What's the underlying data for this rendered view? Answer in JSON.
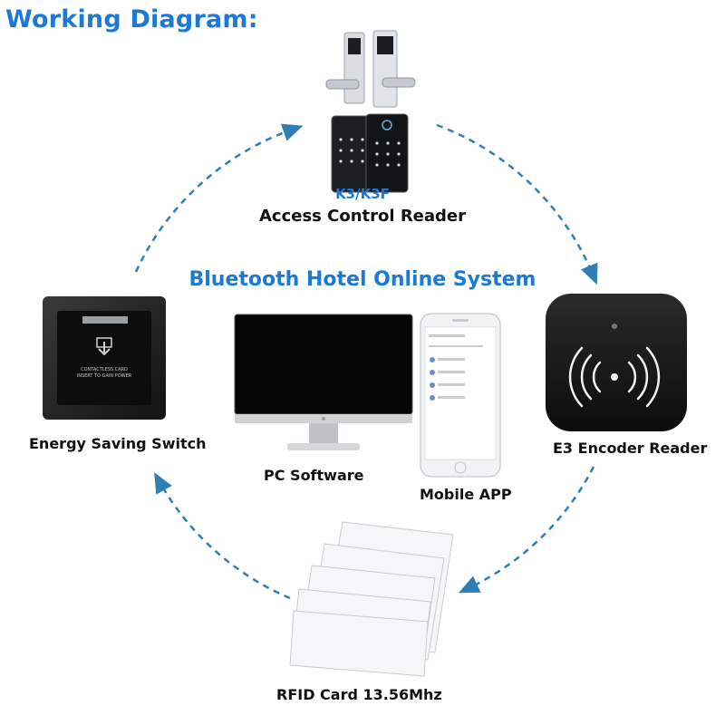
{
  "header": {
    "title": "Working Diagram:"
  },
  "center": {
    "title": "Bluetooth Hotel Online System"
  },
  "nodes": {
    "access_reader": {
      "model": "K3/K3F",
      "label": "Access Control Reader"
    },
    "encoder_reader": {
      "label": "E3 Encoder Reader"
    },
    "rfid_card": {
      "label": "RFID Card 13.56Mhz"
    },
    "energy_switch": {
      "label": "Energy Saving Switch",
      "slot_text_1": "CONTACTLESS CARD",
      "slot_text_2": "INSERT TO GAIN POWER"
    },
    "pc_software": {
      "label": "PC Software"
    },
    "mobile_app": {
      "label": "Mobile APP"
    }
  },
  "colors": {
    "accent": "#1a7ad6",
    "arrow": "#2f7fb5",
    "text": "#111111"
  }
}
